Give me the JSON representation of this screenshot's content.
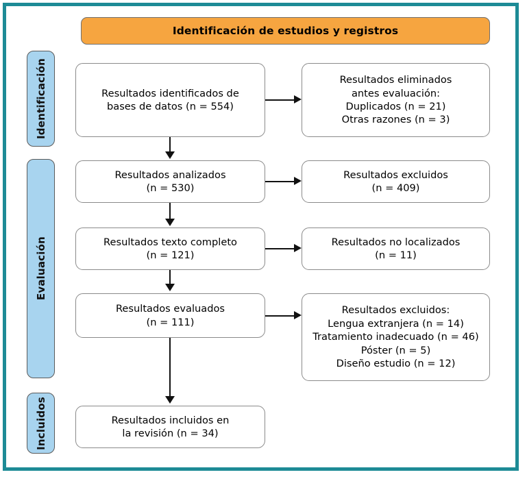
{
  "diagram": {
    "type": "prisma-flow-diagram",
    "language": "es",
    "frame_color": "#1d8b96",
    "banner_color": "#f6a540",
    "stage_pill_color": "#a8d4ef",
    "box_border_color": "#8a8a8a",
    "connector_color": "#111111",
    "banner": {
      "title": "Identificación de estudios y registros"
    },
    "stages": [
      {
        "id": "identificacion",
        "label": "Identificación"
      },
      {
        "id": "evaluacion",
        "label": "Evaluación"
      },
      {
        "id": "incluidos",
        "label": "Incluidos"
      }
    ],
    "boxes": {
      "identificados": {
        "lines": [
          "Resultados identificados de",
          "bases de datos (n = 554)"
        ]
      },
      "eliminados": {
        "lines": [
          "Resultados eliminados",
          "antes evaluación:",
          "Duplicados (n = 21)",
          "Otras razones (n = 3)"
        ]
      },
      "analizados": {
        "lines": [
          "Resultados analizados",
          "(n = 530)"
        ]
      },
      "excluidos_cribado": {
        "lines": [
          "Resultados excluidos",
          "(n = 409)"
        ]
      },
      "texto_completo": {
        "lines": [
          "Resultados texto completo",
          "(n = 121)"
        ]
      },
      "no_localizados": {
        "lines": [
          "Resultados no localizados",
          "(n = 11)"
        ]
      },
      "evaluados": {
        "lines": [
          "Resultados evaluados",
          "(n = 111)"
        ]
      },
      "excluidos_elegibilidad": {
        "lines": [
          "Resultados excluidos:",
          "Lengua extranjera (n = 14)",
          "Tratamiento inadecuado (n = 46)",
          "Póster (n = 5)",
          "Diseño estudio (n = 12)"
        ]
      },
      "incluidos": {
        "lines": [
          "Resultados incluidos en",
          "la revisión (n = 34)"
        ]
      }
    },
    "counts": {
      "identificados": 554,
      "duplicados": 21,
      "otras_razones": 3,
      "analizados": 530,
      "excluidos_cribado": 409,
      "texto_completo": 121,
      "no_localizados": 11,
      "evaluados": 111,
      "lengua_extranjera": 14,
      "tratamiento_inadecuado": 46,
      "poster": 5,
      "diseno_estudio": 12,
      "incluidos": 34
    }
  }
}
